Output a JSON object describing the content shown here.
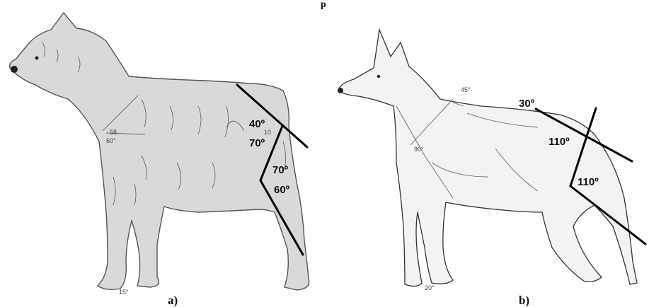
{
  "figure": {
    "title_fragment": "p",
    "panel_a": {
      "caption": "a)",
      "angles": {
        "upper_1": "40º",
        "upper_2": "70º",
        "lower_1": "70º",
        "lower_2": "60º"
      },
      "sketch_marks": {
        "shoulder_1": "58",
        "shoulder_2": "60°",
        "hip": "10",
        "foot": "15°"
      }
    },
    "panel_b": {
      "caption": "b)",
      "angles": {
        "croup": "30º",
        "hip": "110º",
        "stifle": "110º"
      },
      "sketch_marks": {
        "withers": "45°",
        "shoulder": "90°",
        "foot": "20°"
      }
    }
  }
}
